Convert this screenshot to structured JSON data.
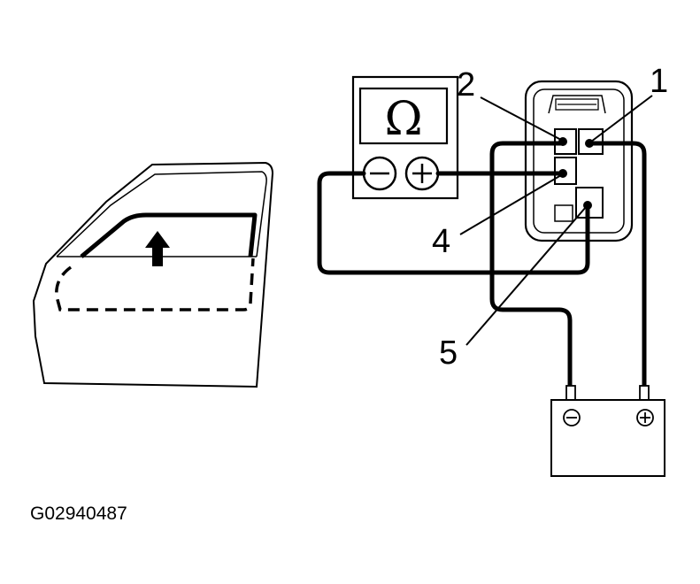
{
  "diagram": {
    "callouts": {
      "terminal_1": "1",
      "terminal_2": "2",
      "terminal_4": "4",
      "terminal_5": "5"
    },
    "ohmmeter": {
      "symbol": "Ω",
      "negative_sign": "−",
      "positive_sign": "+"
    },
    "battery": {
      "negative_sign": "−",
      "positive_sign": "+"
    },
    "window_motion": "up",
    "figure_id": "G02940487"
  }
}
